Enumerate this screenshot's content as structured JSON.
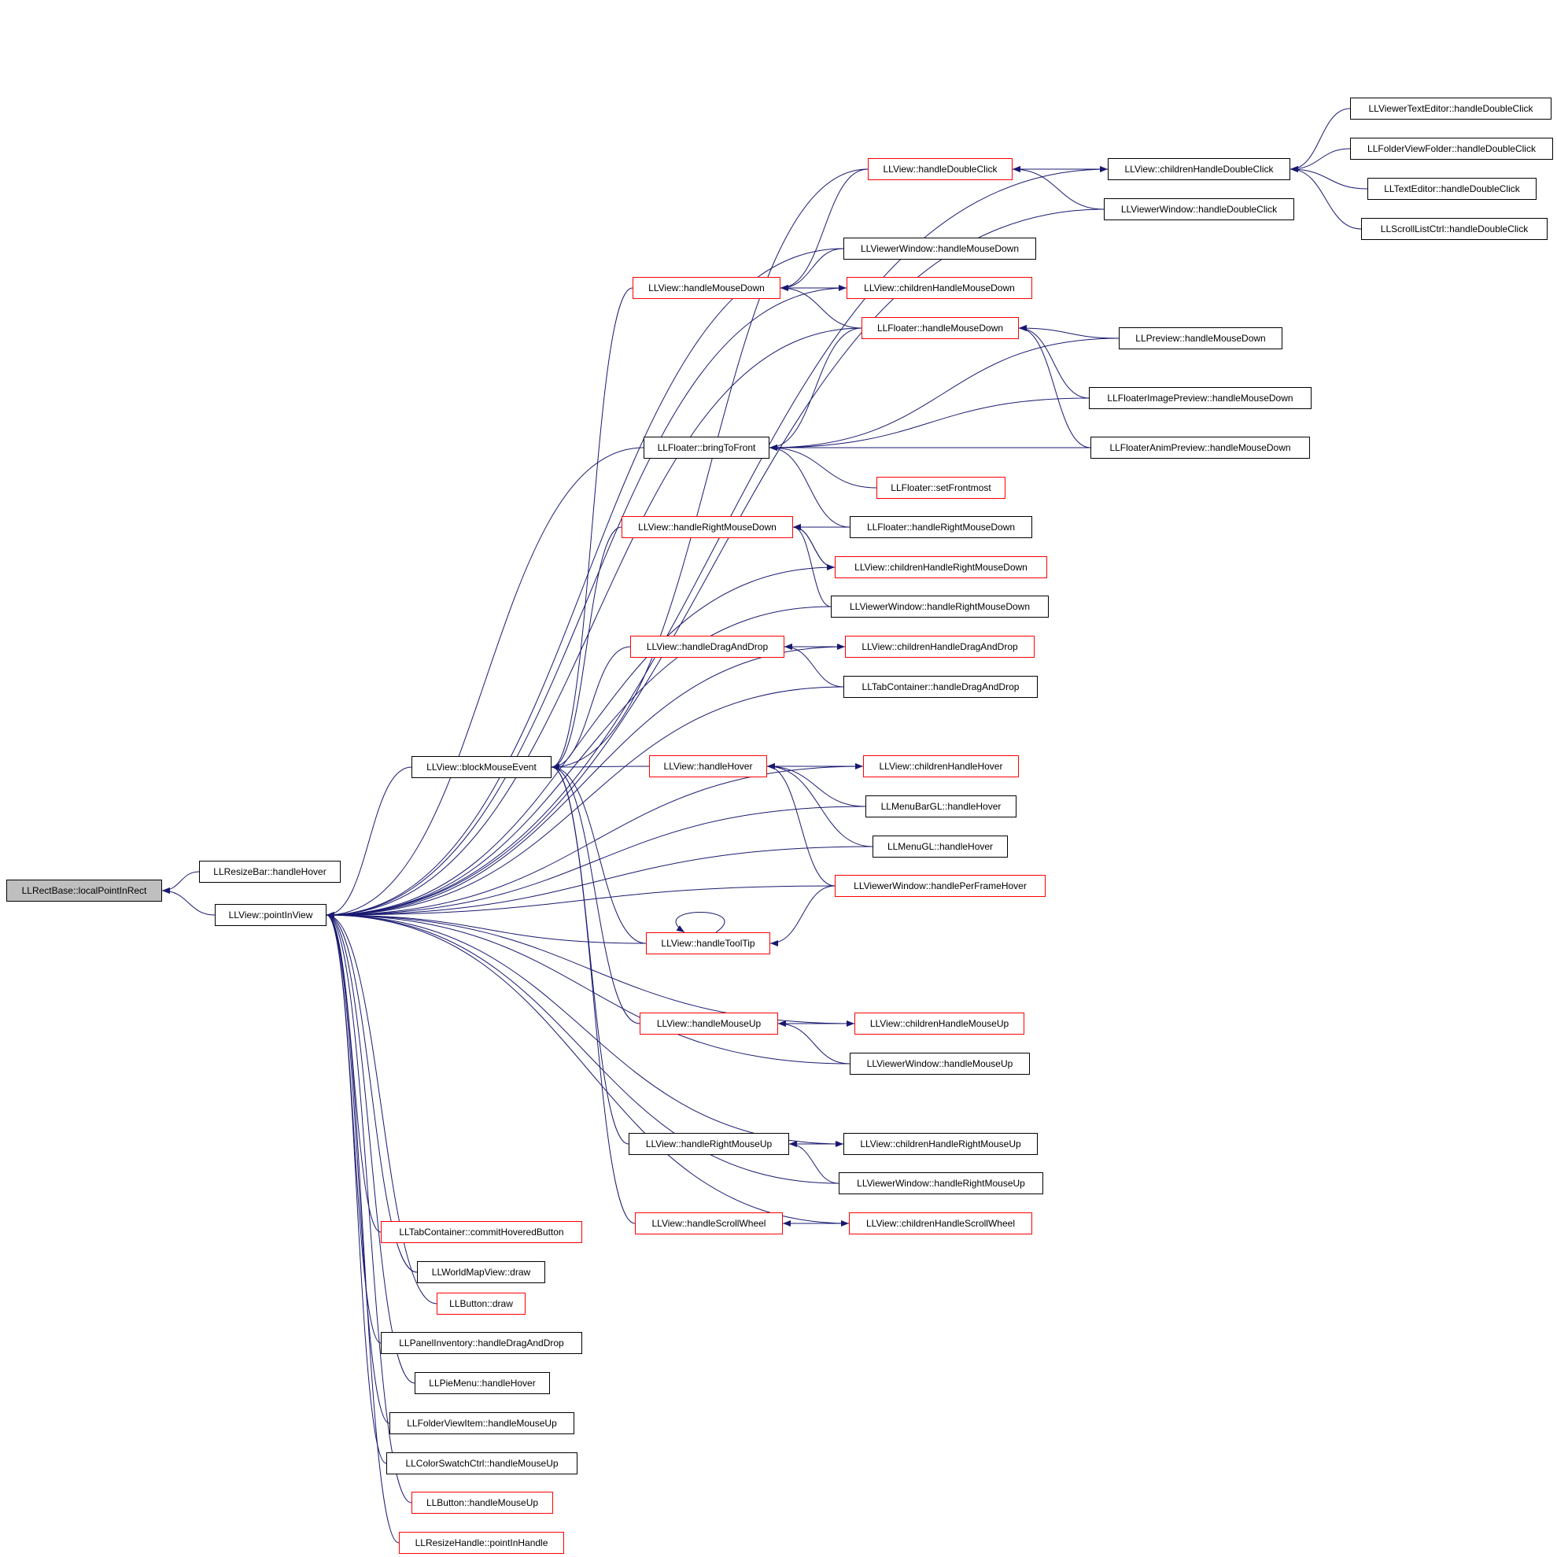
{
  "colors": {
    "edge": "#191970",
    "ref_border": "#ff0000",
    "plain_border": "#000000",
    "focus_fill": "#bfbfbf"
  },
  "nodes": {
    "localPointInRect": "LLRectBase::localPointInRect",
    "resizeBarHover": "LLResizeBar::handleHover",
    "pointInView": "LLView::pointInView",
    "blockMouseEvent": "LLView::blockMouseEvent",
    "viewerTextEditorDblClick": "LLViewerTextEditor::handleDoubleClick",
    "folderViewFolderDblClick": "LLFolderViewFolder::handleDoubleClick",
    "textEditorDblClick": "LLTextEditor::handleDoubleClick",
    "scrollListDblClick": "LLScrollListCtrl::handleDoubleClick",
    "childrenDblClick": "LLView::childrenHandleDoubleClick",
    "viewDblClick": "LLView::handleDoubleClick",
    "viewerWindowDblClick": "LLViewerWindow::handleDoubleClick",
    "viewerWindowMouseDown": "LLViewerWindow::handleMouseDown",
    "viewMouseDown": "LLView::handleMouseDown",
    "childrenMouseDown": "LLView::childrenHandleMouseDown",
    "floaterMouseDown": "LLFloater::handleMouseDown",
    "previewMouseDown": "LLPreview::handleMouseDown",
    "floaterImagePreviewMouseDown": "LLFloaterImagePreview::handleMouseDown",
    "floaterAnimPreviewMouseDown": "LLFloaterAnimPreview::handleMouseDown",
    "bringToFront": "LLFloater::bringToFront",
    "setFrontmost": "LLFloater::setFrontmost",
    "floaterRightMouseDown": "LLFloater::handleRightMouseDown",
    "viewRightMouseDown": "LLView::handleRightMouseDown",
    "childrenRightMouseDown": "LLView::childrenHandleRightMouseDown",
    "viewerWindowRightMouseDown": "LLViewerWindow::handleRightMouseDown",
    "viewDragAndDrop": "LLView::handleDragAndDrop",
    "childrenDragAndDrop": "LLView::childrenHandleDragAndDrop",
    "tabContainerDragAndDrop": "LLTabContainer::handleDragAndDrop",
    "viewHover": "LLView::handleHover",
    "childrenHover": "LLView::childrenHandleHover",
    "menuBarHover": "LLMenuBarGL::handleHover",
    "menuHover": "LLMenuGL::handleHover",
    "viewerWindowPerFrameHover": "LLViewerWindow::handlePerFrameHover",
    "viewToolTip": "LLView::handleToolTip",
    "viewMouseUp": "LLView::handleMouseUp",
    "childrenMouseUp": "LLView::childrenHandleMouseUp",
    "viewerWindowMouseUp": "LLViewerWindow::handleMouseUp",
    "viewRightMouseUp": "LLView::handleRightMouseUp",
    "childrenRightMouseUp": "LLView::childrenHandleRightMouseUp",
    "viewerWindowRightMouseUp": "LLViewerWindow::handleRightMouseUp",
    "viewScrollWheel": "LLView::handleScrollWheel",
    "childrenScrollWheel": "LLView::childrenHandleScrollWheel",
    "tabContainerCommitHovered": "LLTabContainer::commitHoveredButton",
    "worldMapDraw": "LLWorldMapView::draw",
    "buttonDraw": "LLButton::draw",
    "panelInventoryDragAndDrop": "LLPanelInventory::handleDragAndDrop",
    "pieMenuHover": "LLPieMenu::handleHover",
    "folderViewItemMouseUp": "LLFolderViewItem::handleMouseUp",
    "colorSwatchMouseUp": "LLColorSwatchCtrl::handleMouseUp",
    "buttonMouseUp": "LLButton::handleMouseUp",
    "resizeHandlePointInHandle": "LLResizeHandle::pointInHandle"
  }
}
